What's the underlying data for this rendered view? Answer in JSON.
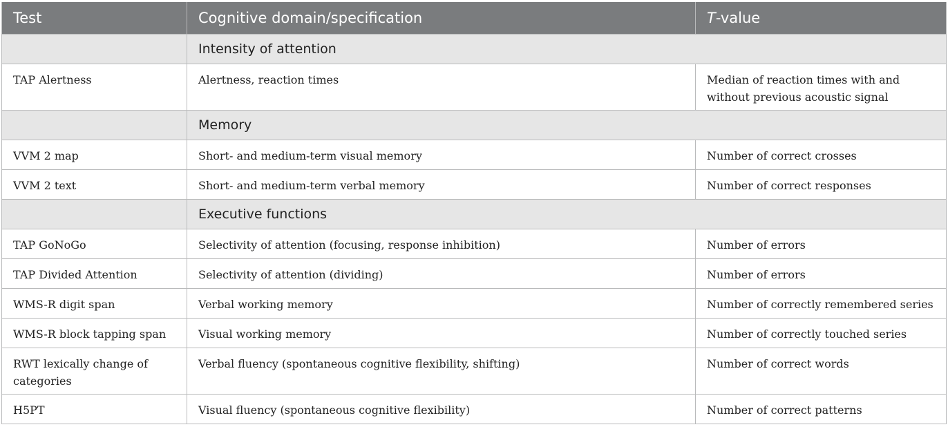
{
  "table": {
    "headers": {
      "test": "Test",
      "domain": "Cognitive domain/specification",
      "tvalue_italic": "T",
      "tvalue_rest": "-value"
    },
    "sections": [
      {
        "title": "Intensity of attention",
        "rows": [
          {
            "test": "TAP Alertness",
            "domain": "Alertness, reaction times",
            "tvalue": "Median of reaction times with and without previous acoustic signal"
          }
        ]
      },
      {
        "title": "Memory",
        "rows": [
          {
            "test": "VVM 2 map",
            "domain": "Short- and medium-term visual memory",
            "tvalue": "Number of correct crosses"
          },
          {
            "test": "VVM 2 text",
            "domain": "Short- and medium-term verbal memory",
            "tvalue": "Number of correct responses"
          }
        ]
      },
      {
        "title": "Executive functions",
        "rows": [
          {
            "test": "TAP GoNoGo",
            "domain": "Selectivity of attention (focusing, response inhibition)",
            "tvalue": "Number of errors"
          },
          {
            "test": "TAP Divided Attention",
            "domain": "Selectivity of attention (dividing)",
            "tvalue": "Number of errors"
          },
          {
            "test": "WMS-R digit span",
            "domain": "Verbal working memory",
            "tvalue": "Number of correctly remembered series"
          },
          {
            "test": "WMS-R block tapping span",
            "domain": "Visual working memory",
            "tvalue": "Number of correctly touched series"
          },
          {
            "test": "RWT lexically change of categories",
            "domain": "Verbal fluency (spontaneous cognitive flexibility, shifting)",
            "tvalue": "Number of correct words"
          },
          {
            "test": "H5PT",
            "domain": "Visual fluency (spontaneous cognitive flexibility)",
            "tvalue": "Number of correct patterns"
          }
        ]
      }
    ]
  }
}
